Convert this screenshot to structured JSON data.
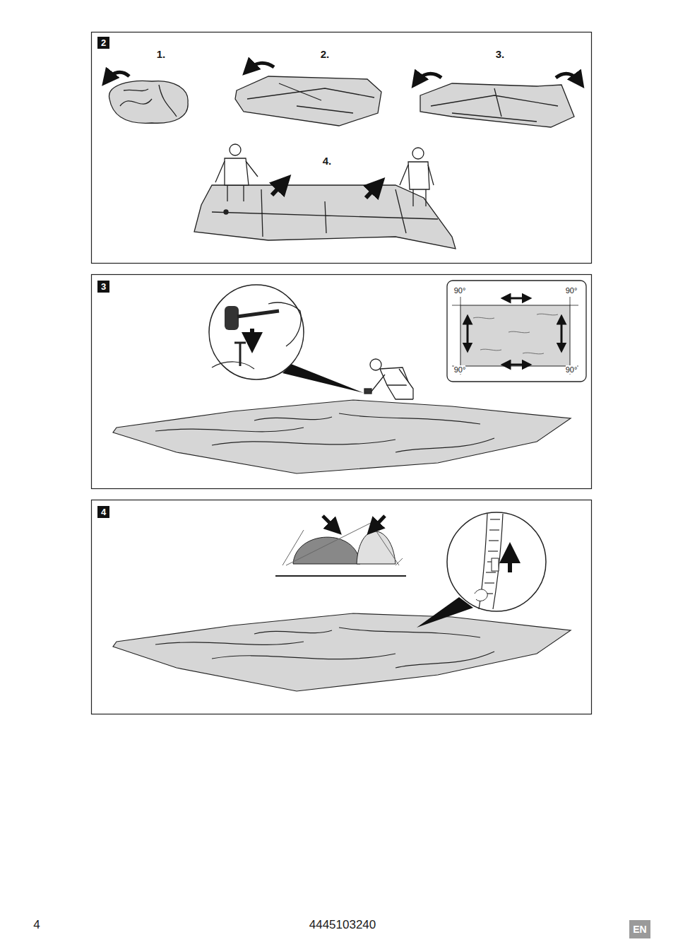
{
  "diagram": {
    "nodes": [
      {
        "text": [
          "2"
        ]
      },
      {
        "text": [
          "3"
        ]
      },
      {
        "text": [
          "4"
        ]
      },
      {
        "text": [
          "EN"
        ]
      }
    ],
    "labels": [
      "1.",
      "2.",
      "3.",
      "4.",
      "90°",
      "90°",
      "90°",
      "90°",
      "4",
      "4445103240"
    ]
  }
}
